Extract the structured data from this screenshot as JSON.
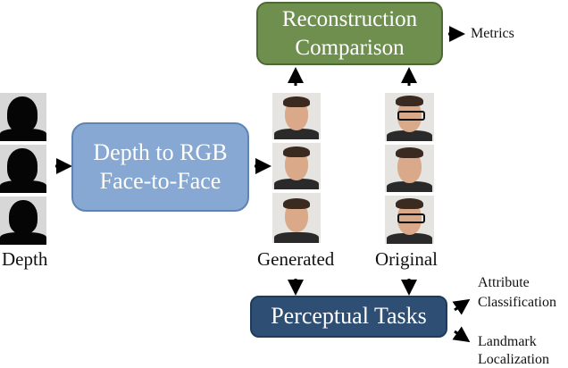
{
  "boxes": {
    "reconstruction_line1": "Reconstruction",
    "reconstruction_line2": "Comparison",
    "depth_to_rgb_line1": "Depth to RGB",
    "depth_to_rgb_line2": "Face-to-Face",
    "perceptual_tasks": "Perceptual Tasks"
  },
  "labels": {
    "depth": "Depth",
    "generated": "Generated",
    "original": "Original",
    "metrics": "Metrics",
    "attribute_line1": "Attribute",
    "attribute_line2": "Classification",
    "landmark_line1": "Landmark",
    "landmark_line2": "Localization"
  },
  "colors": {
    "reconstruction_box": "#6f8f4f",
    "depth_to_rgb_box": "#86a8d2",
    "perceptual_box": "#2e4e74"
  }
}
